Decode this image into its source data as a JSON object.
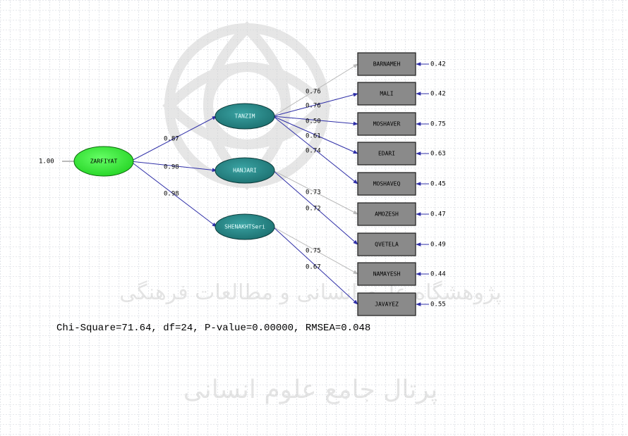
{
  "colors": {
    "grid": "#9aa5b5",
    "exogenous_fill": "#22ee22",
    "latent_fill": "#1f7f7f",
    "indicator_fill": "#8a8a8a",
    "arrow_blue": "#3030a8",
    "arrow_gray": "#b9b9b9",
    "watermark": "#cfcfcf"
  },
  "exogenous": {
    "name": "ZARFIYAT",
    "variance": "1.00"
  },
  "latents": [
    {
      "id": "tanzim",
      "name": "TANZIM",
      "loading": "0.87"
    },
    {
      "id": "hanjari",
      "name": "HANJARI",
      "loading": "0.98"
    },
    {
      "id": "shenakht",
      "name": "SHENAKHTSeri",
      "loading": "0.98"
    }
  ],
  "indicators": [
    {
      "name": "BARNAMEH",
      "error": "0.42",
      "parent": "tanzim",
      "coef": "0.76",
      "style": "gray"
    },
    {
      "name": "MALI",
      "error": "0.42",
      "parent": "tanzim",
      "coef": "0.76",
      "style": "blue"
    },
    {
      "name": "MOSHAVER",
      "error": "0.75",
      "parent": "tanzim",
      "coef": "0.50",
      "style": "blue"
    },
    {
      "name": "EDARI",
      "error": "0.63",
      "parent": "tanzim",
      "coef": "0.61",
      "style": "blue"
    },
    {
      "name": "MOSHAVEQ",
      "error": "0.45",
      "parent": "tanzim",
      "coef": "0.74",
      "style": "blue"
    },
    {
      "name": "AMOZESH",
      "error": "0.47",
      "parent": "hanjari",
      "coef": "0.73",
      "style": "gray"
    },
    {
      "name": "QVETELA",
      "error": "0.49",
      "parent": "hanjari",
      "coef": "0.72",
      "style": "blue"
    },
    {
      "name": "NAMAYESH",
      "error": "0.44",
      "parent": "shenakht",
      "coef": "0.75",
      "style": "gray"
    },
    {
      "name": "JAVAYEZ",
      "error": "0.55",
      "parent": "shenakht",
      "coef": "0.67",
      "style": "blue"
    }
  ],
  "fit_statistics": "Chi-Square=71.64, df=24, P-value=0.00000, RMSEA=0.048",
  "watermark": {
    "line1": "پژوهشگاه علوم انسانی و مطالعات فرهنگی",
    "line2": "پرتال جامع علوم انسانی"
  }
}
